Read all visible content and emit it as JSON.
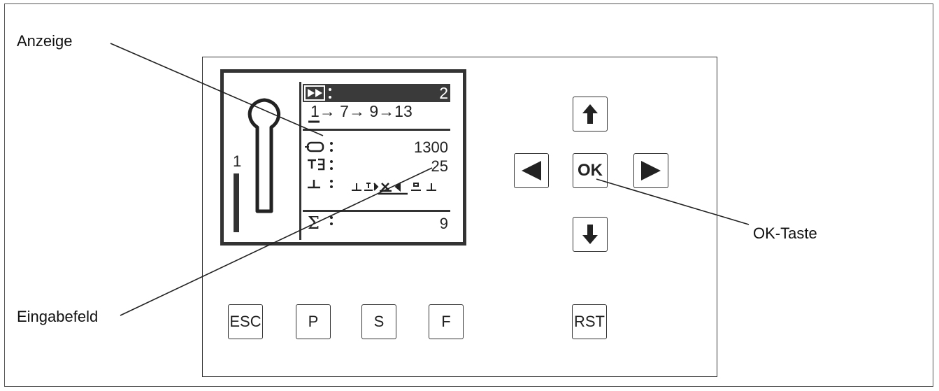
{
  "labels": {
    "anzeige": "Anzeige",
    "eingabefeld": "Eingabefeld",
    "ok_taste": "OK-Taste"
  },
  "display": {
    "header_value": "2",
    "sequence": "1→ 7→ 9→13",
    "row1_value": "1300",
    "row2_value": "25",
    "sum_value": "9",
    "side_number": "1"
  },
  "buttons": {
    "esc": "ESC",
    "p": "P",
    "s": "S",
    "f": "F",
    "rst": "RST",
    "ok": "OK"
  },
  "icons": {
    "up": "arrow-up-icon",
    "down": "arrow-down-icon",
    "left": "triangle-left-icon",
    "right": "triangle-right-icon"
  }
}
